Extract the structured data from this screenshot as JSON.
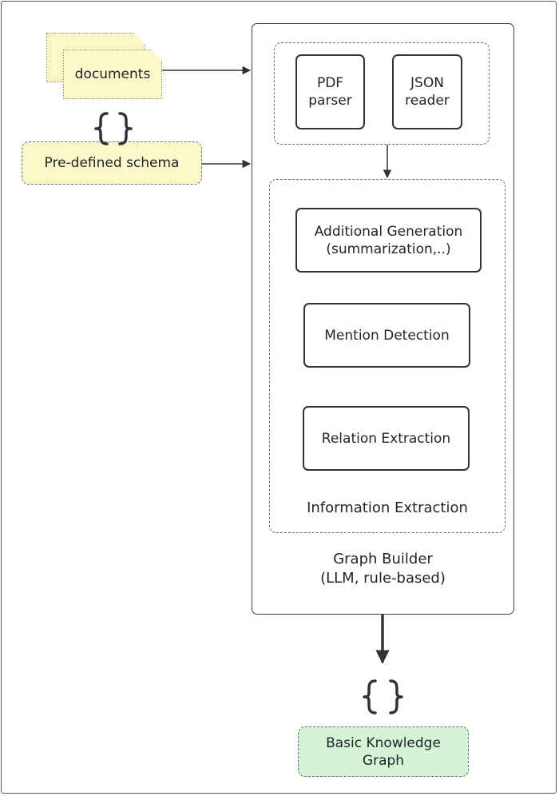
{
  "documents": {
    "label": "documents",
    "fill": "#fbf8c9"
  },
  "schema_input": {
    "label": "Pre-defined schema",
    "fill": "#fbf8c9"
  },
  "parsers": {
    "pdf": {
      "line1": "PDF",
      "line2": "parser"
    },
    "json": {
      "line1": "JSON",
      "line2": "reader"
    }
  },
  "information_extraction": {
    "title": "Information Extraction",
    "steps": [
      {
        "line1": "Additional Generation",
        "line2": "(summarization,..)"
      },
      {
        "line1": "Mention Detection"
      },
      {
        "line1": "Relation Extraction"
      }
    ]
  },
  "graph_builder": {
    "line1": "Graph Builder",
    "line2": "(LLM, rule-based)"
  },
  "output": {
    "line1": "Basic Knowledge",
    "line2": "Graph",
    "fill": "#d5f3d6"
  },
  "icons": {
    "schema_icon": "curly-braces-icon",
    "output_icon": "curly-braces-icon"
  },
  "colors": {
    "stroke": "#2f3338",
    "dashed": "#6b6e72"
  }
}
